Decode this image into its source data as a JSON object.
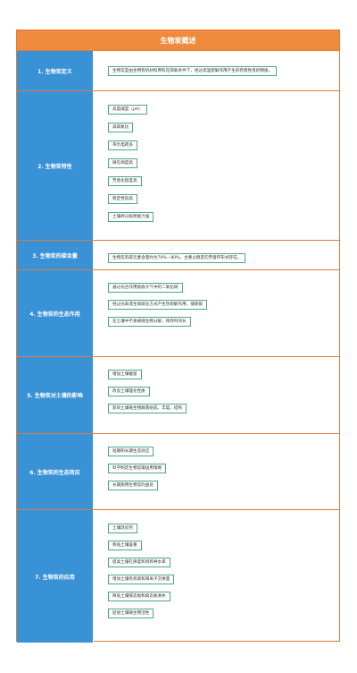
{
  "title": "生物炭概述",
  "colors": {
    "header": "#f08a3c",
    "label_bg": "#3a92d6",
    "item_border": "#4aa97d",
    "frame": "#e07a3a"
  },
  "rows": [
    {
      "label": "1. 生物炭定义",
      "items": [
        "生物炭是由生物有机材料原料在缺氧条件下，经过高温裂解作用产生的有稳性有机物质。"
      ]
    },
    {
      "label": "2. 生物炭特性",
      "items": [
        "高度碱度（pH）",
        "高碳氮比",
        "带负电荷多",
        "微孔隙度高",
        "芳香化程度高",
        "稳定性较高",
        "土壤养分吸附能力强"
      ]
    },
    {
      "label": "3. 生物炭的碳含量",
      "items": [
        "生物炭的碳元素含量约为70%－80%，主要以稳定的芳香环形式存在。"
      ]
    },
    {
      "label": "4. 生物炭的生态作用",
      "items": [
        "通过光合作用吸收大气中的二氧化碳",
        "经过光氧或生氧碳化方式产生热裂解作用，捕获碳",
        "在土壤中不易被微生物分解，残存时间长"
      ]
    },
    {
      "label": "5. 生物炭对土壤的影响",
      "items": [
        "增加土壤截留",
        "改良土壤理化性质",
        "影响土壤微生物群落组成、丰度、结构"
      ]
    },
    {
      "label": "6. 生物炭的生态效应",
      "items": [
        "短期和长期生态效应",
        "科学制定生物炭输送用策略",
        "长期施用生物炭的益处"
      ]
    },
    {
      "label": "7. 生物炭的应用",
      "items": [
        "土壤改良剂",
        "降低土壤容重",
        "提高土壤孔隙度和饱和导水率",
        "增加土壤有机碳和阳离子交换量",
        "降低土壤铵态氮和硝态氮淋失",
        "促进土壤微生物活性"
      ]
    }
  ]
}
